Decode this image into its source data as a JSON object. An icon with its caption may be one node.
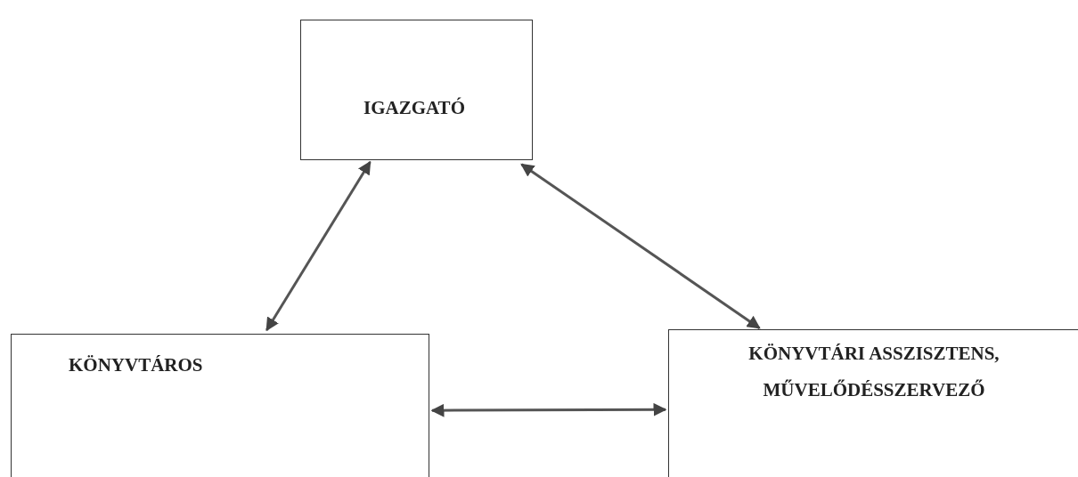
{
  "diagram": {
    "nodes": [
      {
        "text": [
          "IGAZGATÓ"
        ]
      },
      {
        "text": [
          "KÖNYVTÁROS"
        ]
      },
      {
        "text": [
          "KÖNYVTÁRI ASSZISZTENS, MŰVELŐDÉSSZERVEZŐ"
        ]
      }
    ],
    "edges": [
      {
        "from": 0,
        "to": 1,
        "arrow": "both"
      },
      {
        "from": 0,
        "to": 2,
        "arrow": "both"
      },
      {
        "from": 1,
        "to": 2,
        "arrow": "both"
      }
    ]
  }
}
